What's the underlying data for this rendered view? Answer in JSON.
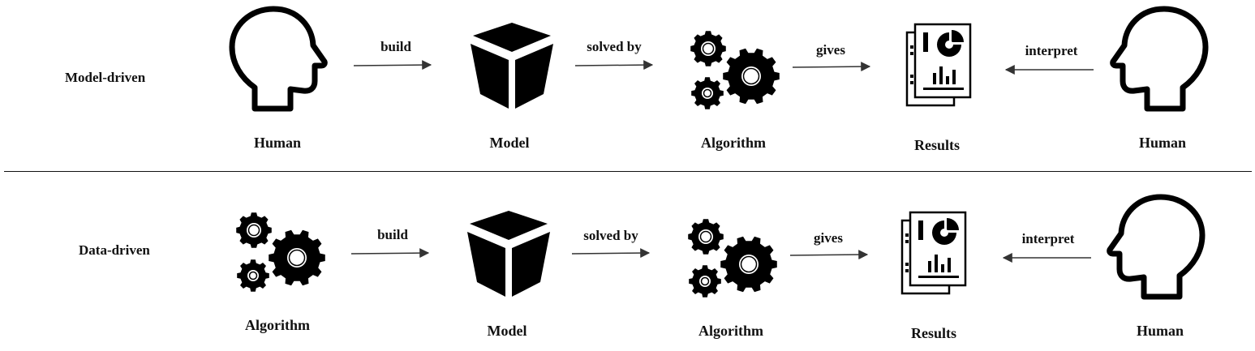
{
  "rows": [
    {
      "title": "Model-driven",
      "nodes": [
        {
          "label": "Human",
          "icon": "human-head-icon"
        },
        {
          "label": "Model",
          "icon": "cube-icon"
        },
        {
          "label": "Algorithm",
          "icon": "gears-icon"
        },
        {
          "label": "Results",
          "icon": "report-icon"
        },
        {
          "label": "Human",
          "icon": "human-head-icon"
        }
      ],
      "edges": [
        {
          "label": "build",
          "from": 0,
          "to": 1
        },
        {
          "label": "solved by",
          "from": 1,
          "to": 2
        },
        {
          "label": "gives",
          "from": 2,
          "to": 3
        },
        {
          "label": "interpret",
          "from": 4,
          "to": 3
        }
      ]
    },
    {
      "title": "Data-driven",
      "nodes": [
        {
          "label": "Algorithm",
          "icon": "gears-icon"
        },
        {
          "label": "Model",
          "icon": "cube-icon"
        },
        {
          "label": "Algorithm",
          "icon": "gears-icon"
        },
        {
          "label": "Results",
          "icon": "report-icon"
        },
        {
          "label": "Human",
          "icon": "human-head-icon"
        }
      ],
      "edges": [
        {
          "label": "build",
          "from": 0,
          "to": 1
        },
        {
          "label": "solved by",
          "from": 1,
          "to": 2
        },
        {
          "label": "gives",
          "from": 2,
          "to": 3
        },
        {
          "label": "interpret",
          "from": 4,
          "to": 3
        }
      ]
    }
  ]
}
